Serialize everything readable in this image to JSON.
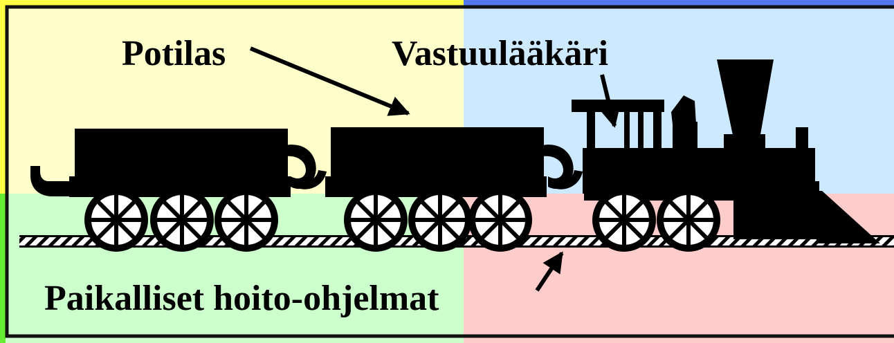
{
  "labels": {
    "patient": "Potilas",
    "doctor": "Vastuulääkäri",
    "programs": "Paikalliset hoito-ohjelmat"
  },
  "colors": {
    "quadrant_top_left": "#ffffcc",
    "quadrant_top_right": "#cce9ff",
    "quadrant_bottom_left": "#ccffcc",
    "quadrant_bottom_right": "#ffcccc",
    "edge_top_left": "#ffff44",
    "edge_top_right": "#5577ee",
    "edge_bottom_left": "#66ee33",
    "silhouette": "#000000",
    "frame": "#111111"
  },
  "icons": {
    "train": "steam-locomotive-with-two-wagons",
    "rails": "railway-track"
  }
}
